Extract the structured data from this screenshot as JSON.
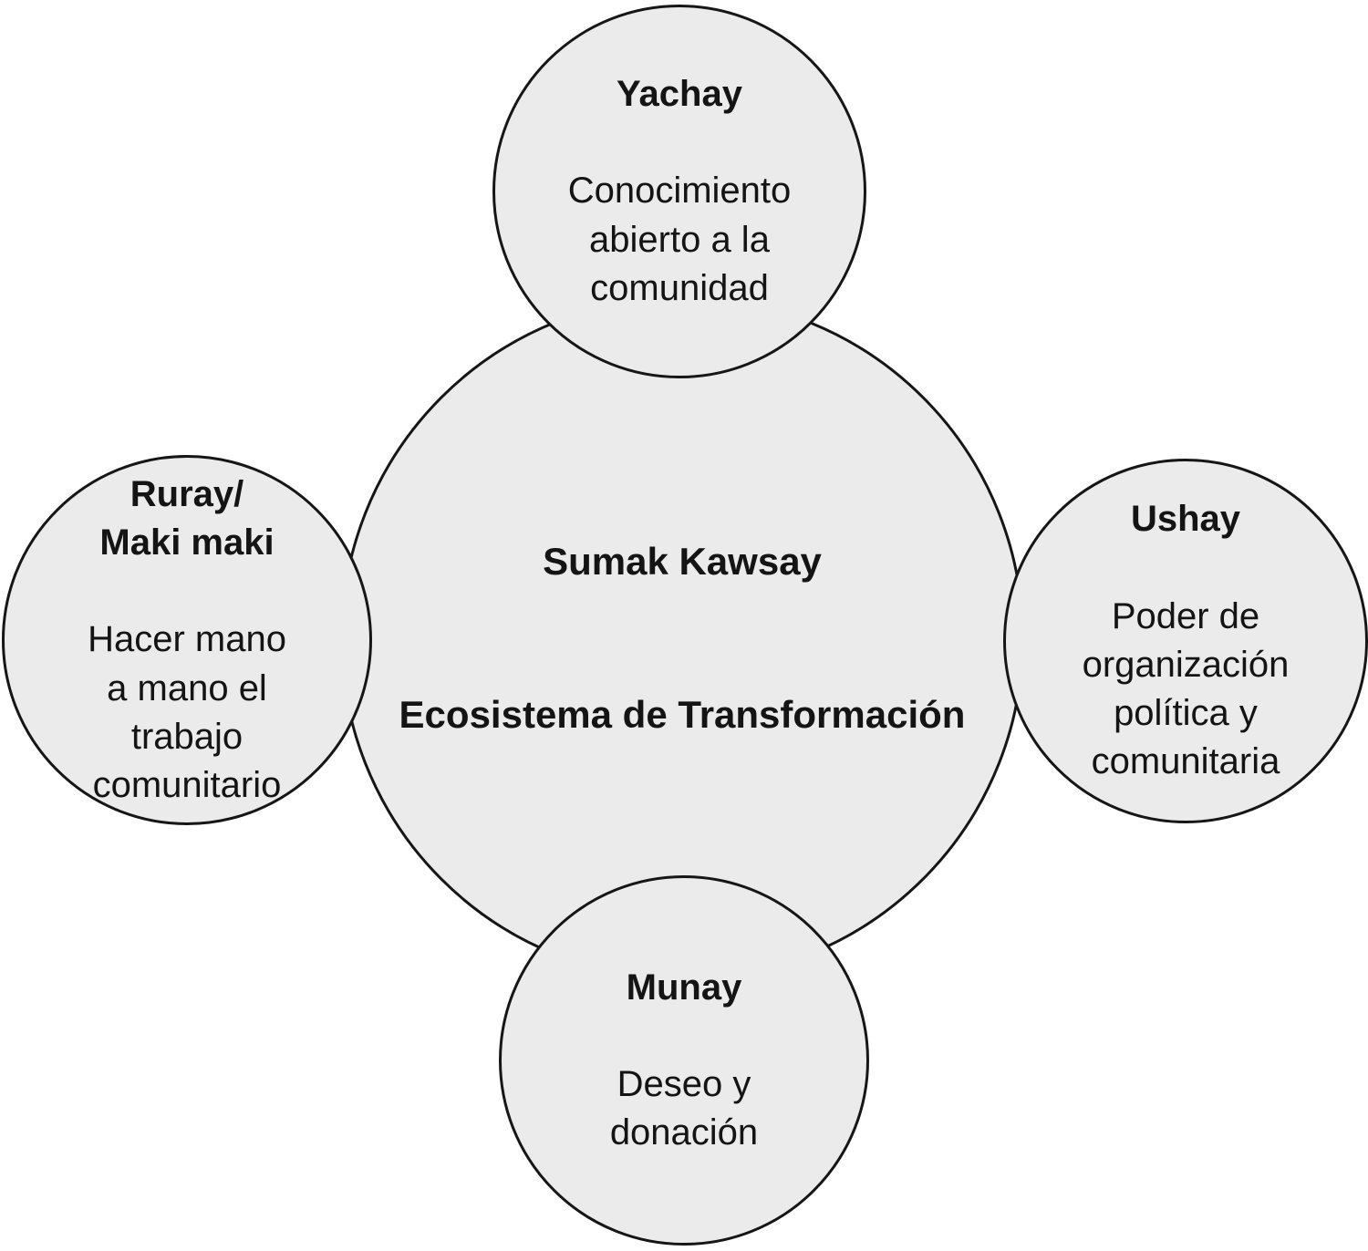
{
  "diagram": {
    "colors": {
      "background": "#ffffff",
      "circle_fill": "#ebebeb",
      "circle_border": "#161616",
      "text": "#141414"
    },
    "center": {
      "title": "Sumak Kawsay",
      "subtitle": "Ecosistema de Transformación"
    },
    "satellites": {
      "top": {
        "title": "Yachay",
        "description": "Conocimiento\nabierto a la\ncomunidad"
      },
      "left": {
        "title": "Ruray/\nMaki maki",
        "description": "Hacer mano\na mano el\ntrabajo\ncomunitario"
      },
      "right": {
        "title": "Ushay",
        "description": "Poder de\norganización\npolítica y\ncomunitaria"
      },
      "bottom": {
        "title": "Munay",
        "description": "Deseo y\ndonación"
      }
    }
  }
}
